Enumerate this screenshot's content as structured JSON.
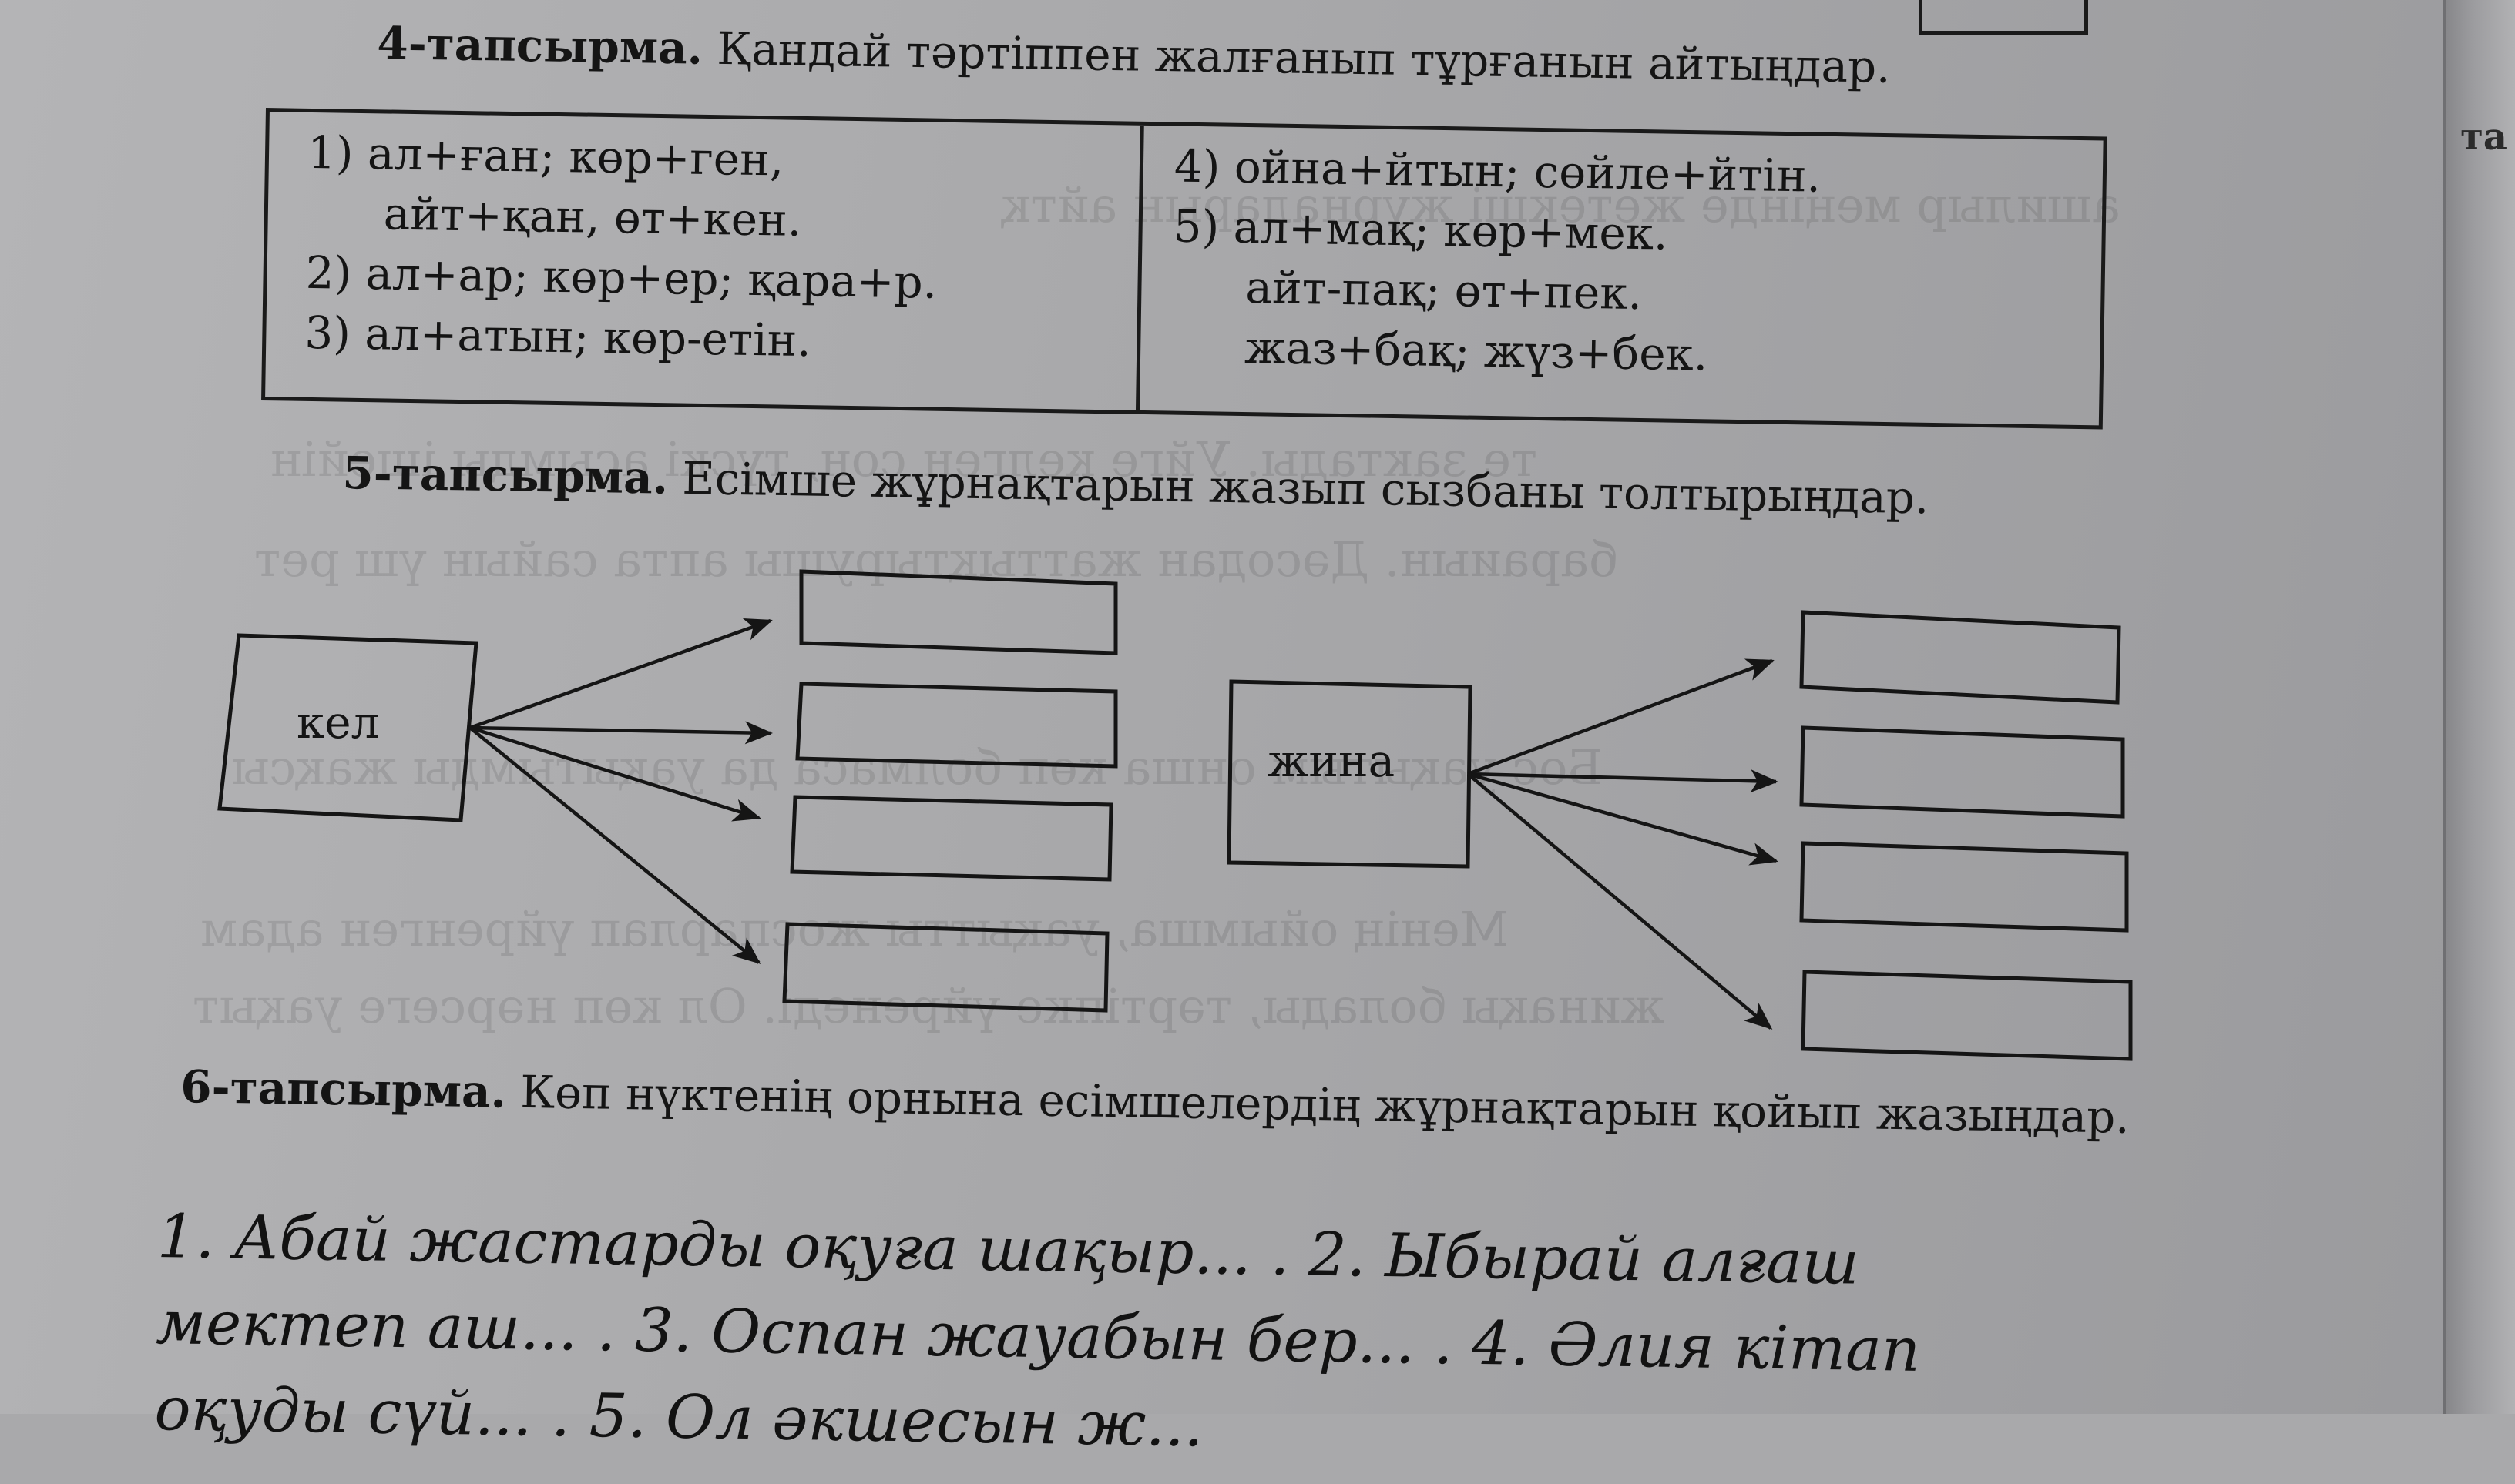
{
  "task4": {
    "number": "4-тапсырма.",
    "instruction": "Қандай тәртіппен жалғанып тұрғанын айтыңдар.",
    "left_lines": [
      "1) ал+ған; көр+ген,",
      "айт+қан, өт+кен.",
      "2) ал+ар; көр+ер; қара+р.",
      "3) ал+атын; көр-етін."
    ],
    "right_lines": [
      "4) ойна+йтын; сөйле+йтін.",
      "5) ал+мақ; көр+мек.",
      "айт-пақ; өт+пек.",
      "жаз+бақ; жүз+бек."
    ]
  },
  "task5": {
    "number": "5-тапсырма.",
    "instruction": "Есімше жұрнақтарын жазып сызбаны толтырыңдар.",
    "diagrams": [
      {
        "root": "кел",
        "empty_boxes": 4
      },
      {
        "root": "жина",
        "empty_boxes": 4
      }
    ]
  },
  "task6": {
    "number": "6-тапсырма.",
    "instruction": "Көп нүктенің орнына есімшелердің жұрнақтарын қойып жазыңдар.",
    "sentences_line1": "1. Абай жастарды оқуға шақыр... . 2. Ыбырай алғаш",
    "sentences_line2": "мектеп аш... . 3. Оспан жауабын бер... . 4. Әлия кітап",
    "sentences_line3": "оқуды сүй... . 5. Ол әкшесын ж..."
  },
  "edge": {
    "text": "та"
  }
}
